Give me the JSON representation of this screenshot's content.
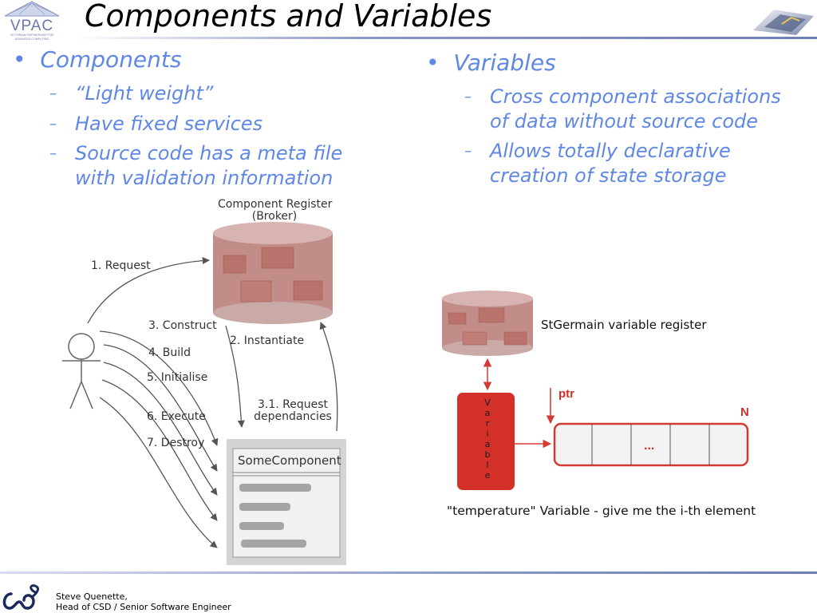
{
  "header": {
    "title": "Components and Variables",
    "logo_text": "VPAC",
    "logo_subtext": "VICTORIAN PARTNERSHIP FOR ADVANCED COMPUTING"
  },
  "left": {
    "heading": "Components",
    "items": [
      "“Light weight”",
      "Have fixed services",
      "Source code has a meta file with validation information"
    ]
  },
  "right": {
    "heading": "Variables",
    "items": [
      "Cross component associations of data without source code",
      "Allows totally declarative creation of state storage"
    ]
  },
  "component_diagram": {
    "register_label_1": "Component Register",
    "register_label_2": "(Broker)",
    "request": "1. Request",
    "construct": "3. Construct",
    "build": "4. Build",
    "initialise": "5. Initialise",
    "execute": "6. Execute",
    "destroy": "7. Destroy",
    "instantiate": "2. Instantiate",
    "deps_1": "3.1. Request",
    "deps_2": "dependancies",
    "component_name": "SomeComponent"
  },
  "variable_diagram": {
    "register_label": "StGermain variable register",
    "variable_letters": [
      "V",
      "a",
      "r",
      "i",
      "a",
      "b",
      "l",
      "e"
    ],
    "ptr": "ptr",
    "n": "N",
    "ellipsis": "...",
    "caption": "\"temperature\" Variable - give me the i-th element"
  },
  "footer": {
    "name": "Steve Quenette,",
    "role": "Head of CSD / Senior Software Engineer"
  },
  "colors": {
    "accent_text": "#5f87e6",
    "variable_box": "#d3302a",
    "array_border": "#d33a33",
    "drum": "#c0837e"
  }
}
